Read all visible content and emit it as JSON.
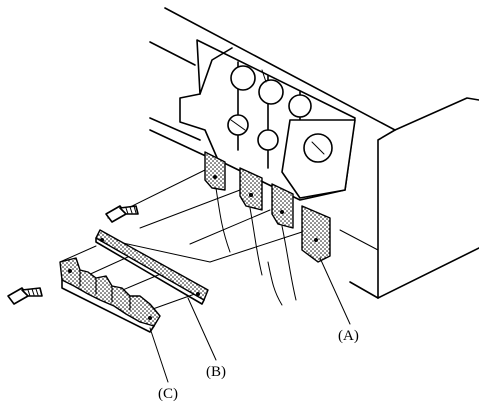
{
  "labels": {
    "a": "(A)",
    "b": "(B)",
    "c": "(C)"
  },
  "colors": {
    "line": "#000000",
    "background": "#ffffff"
  }
}
